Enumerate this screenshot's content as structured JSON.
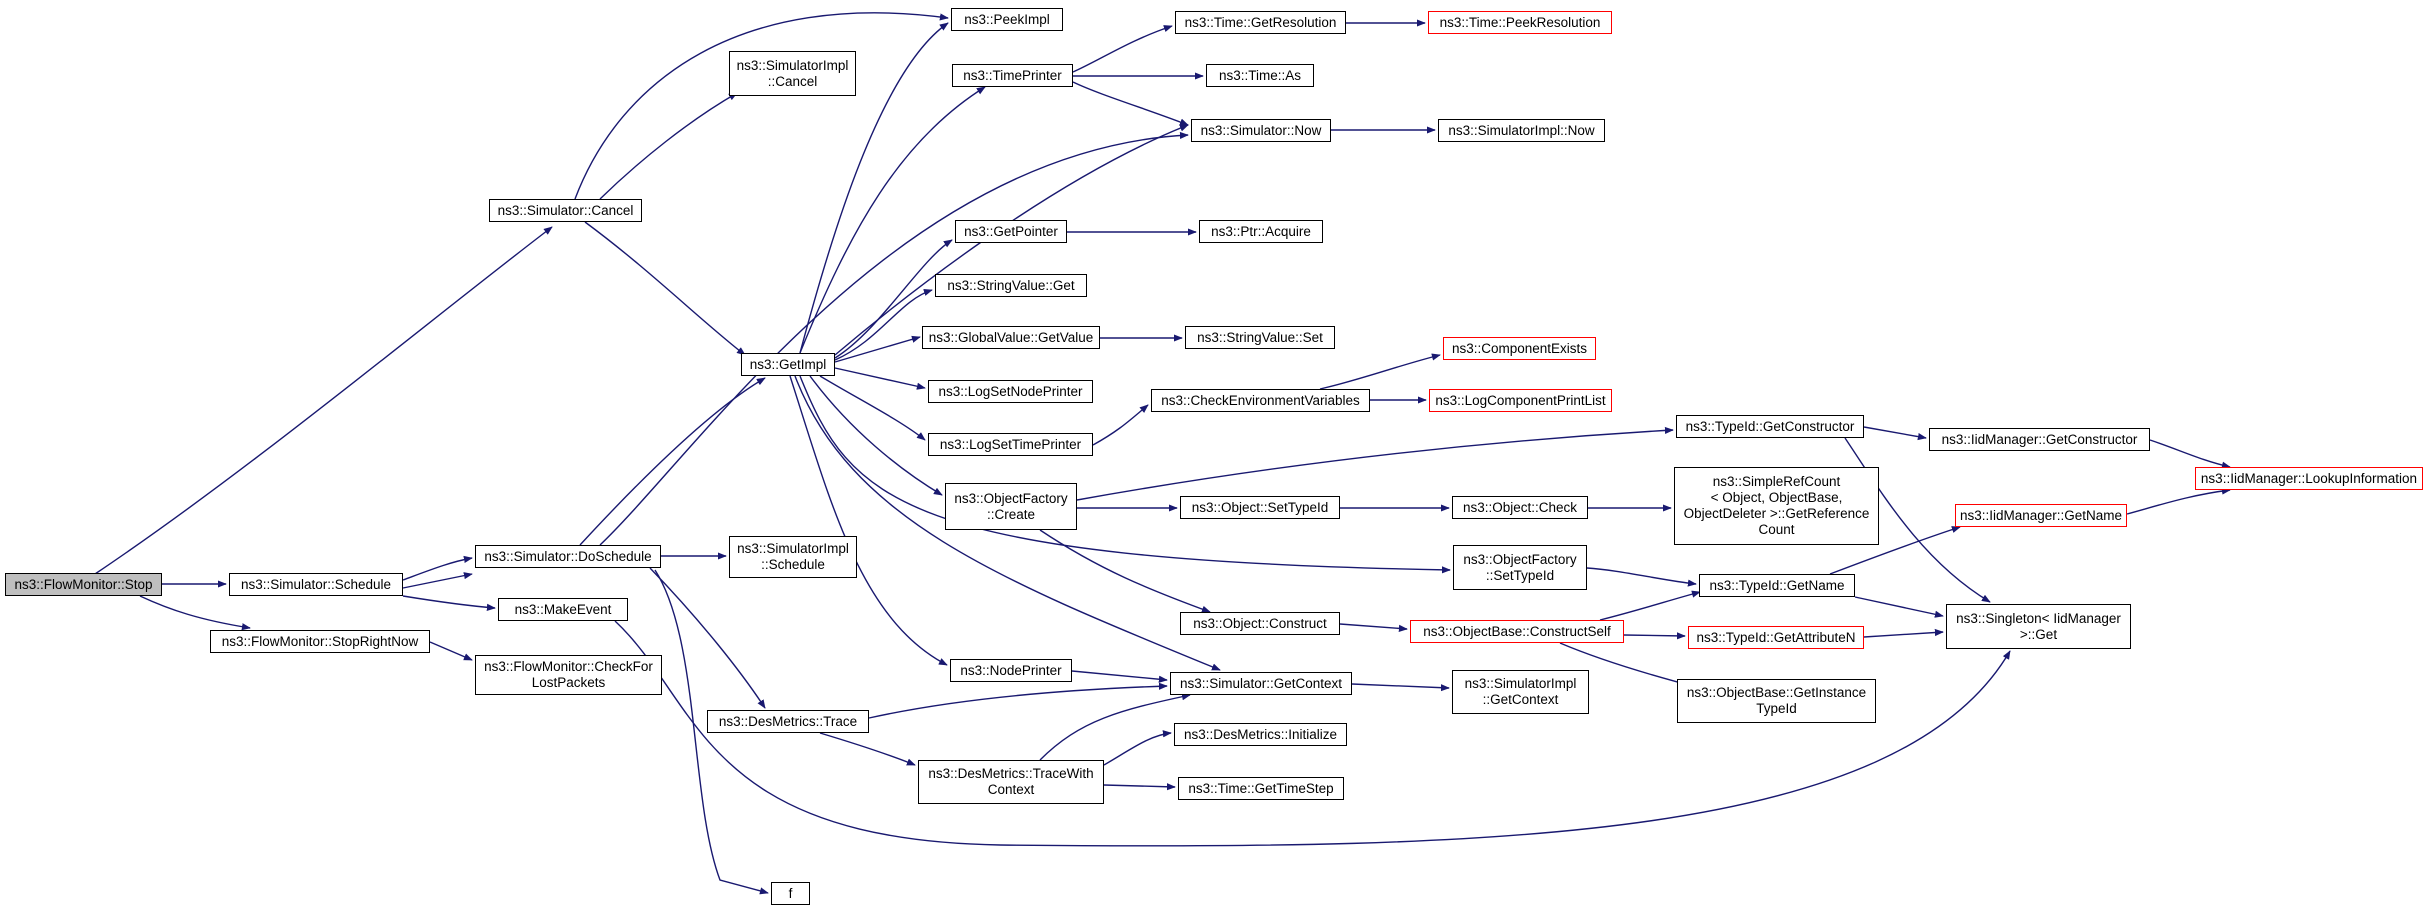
{
  "graph": {
    "edge_color": "#191970",
    "node_border_color": "#000000",
    "truncated_node_border_color": "#ff0000",
    "root_fill_color": "#bfbfbf",
    "nodes": {
      "flowmonitor_stop": "ns3::FlowMonitor::Stop",
      "simulator_schedule": "ns3::Simulator::Schedule",
      "flowmonitor_stoprightnow": "ns3::FlowMonitor::StopRightNow",
      "simulator_cancel": "ns3::Simulator::Cancel",
      "simulator_doschedule": "ns3::Simulator::DoSchedule",
      "makeevent": "ns3::MakeEvent",
      "flowmonitor_checkforlostpackets": "ns3::FlowMonitor::CheckFor\nLostPackets",
      "peekimpl": "ns3::PeekImpl",
      "simulatorimpl_cancel": "ns3::SimulatorImpl\n::Cancel",
      "getimpl": "ns3::GetImpl",
      "simulatorimpl_schedule": "ns3::SimulatorImpl\n::Schedule",
      "desmetrics_trace": "ns3::DesMetrics::Trace",
      "f": "f",
      "timeprinter": "ns3::TimePrinter",
      "getpointer": "ns3::GetPointer",
      "stringvalue_get": "ns3::StringValue::Get",
      "globalvalue_getvalue": "ns3::GlobalValue::GetValue",
      "logsetnodeprinter": "ns3::LogSetNodePrinter",
      "logsettimeprinter": "ns3::LogSetTimePrinter",
      "objectfactory_create": "ns3::ObjectFactory\n::Create",
      "nodeprinter": "ns3::NodePrinter",
      "desmetrics_tracewithcontext": "ns3::DesMetrics::TraceWith\nContext",
      "time_getresolution": "ns3::Time::GetResolution",
      "time_as": "ns3::Time::As",
      "simulator_now": "ns3::Simulator::Now",
      "ptr_acquire": "ns3::Ptr::Acquire",
      "stringvalue_set": "ns3::StringValue::Set",
      "checkenvironmentvariables": "ns3::CheckEnvironmentVariables",
      "object_settypeid": "ns3::Object::SetTypeId",
      "object_construct": "ns3::Object::Construct",
      "simulator_getcontext": "ns3::Simulator::GetContext",
      "desmetrics_initialize": "ns3::DesMetrics::Initialize",
      "time_gettimestep": "ns3::Time::GetTimeStep",
      "time_peekresolution": "ns3::Time::PeekResolution",
      "simulatorimpl_now": "ns3::SimulatorImpl::Now",
      "componentexists": "ns3::ComponentExists",
      "logcomponentprintlist": "ns3::LogComponentPrintList",
      "object_check": "ns3::Object::Check",
      "objectfactory_settypeid": "ns3::ObjectFactory\n::SetTypeId",
      "objectbase_constructself": "ns3::ObjectBase::ConstructSelf",
      "simulatorimpl_getcontext": "ns3::SimulatorImpl\n::GetContext",
      "typeid_getconstructor": "ns3::TypeId::GetConstructor",
      "simplerefcount": "ns3::SimpleRefCount\n< Object, ObjectBase,\n ObjectDeleter >::GetReference\nCount",
      "typeid_getname": "ns3::TypeId::GetName",
      "typeid_getattributen": "ns3::TypeId::GetAttributeN",
      "objectbase_getinstancetypeid": "ns3::ObjectBase::GetInstance\nTypeId",
      "iidmanager_getconstructor": "ns3::IidManager::GetConstructor",
      "iidmanager_getname": "ns3::IidManager::GetName",
      "singleton_get": "ns3::Singleton< IidManager\n >::Get",
      "iidmanager_lookupinformation": "ns3::IidManager::LookupInformation"
    }
  }
}
